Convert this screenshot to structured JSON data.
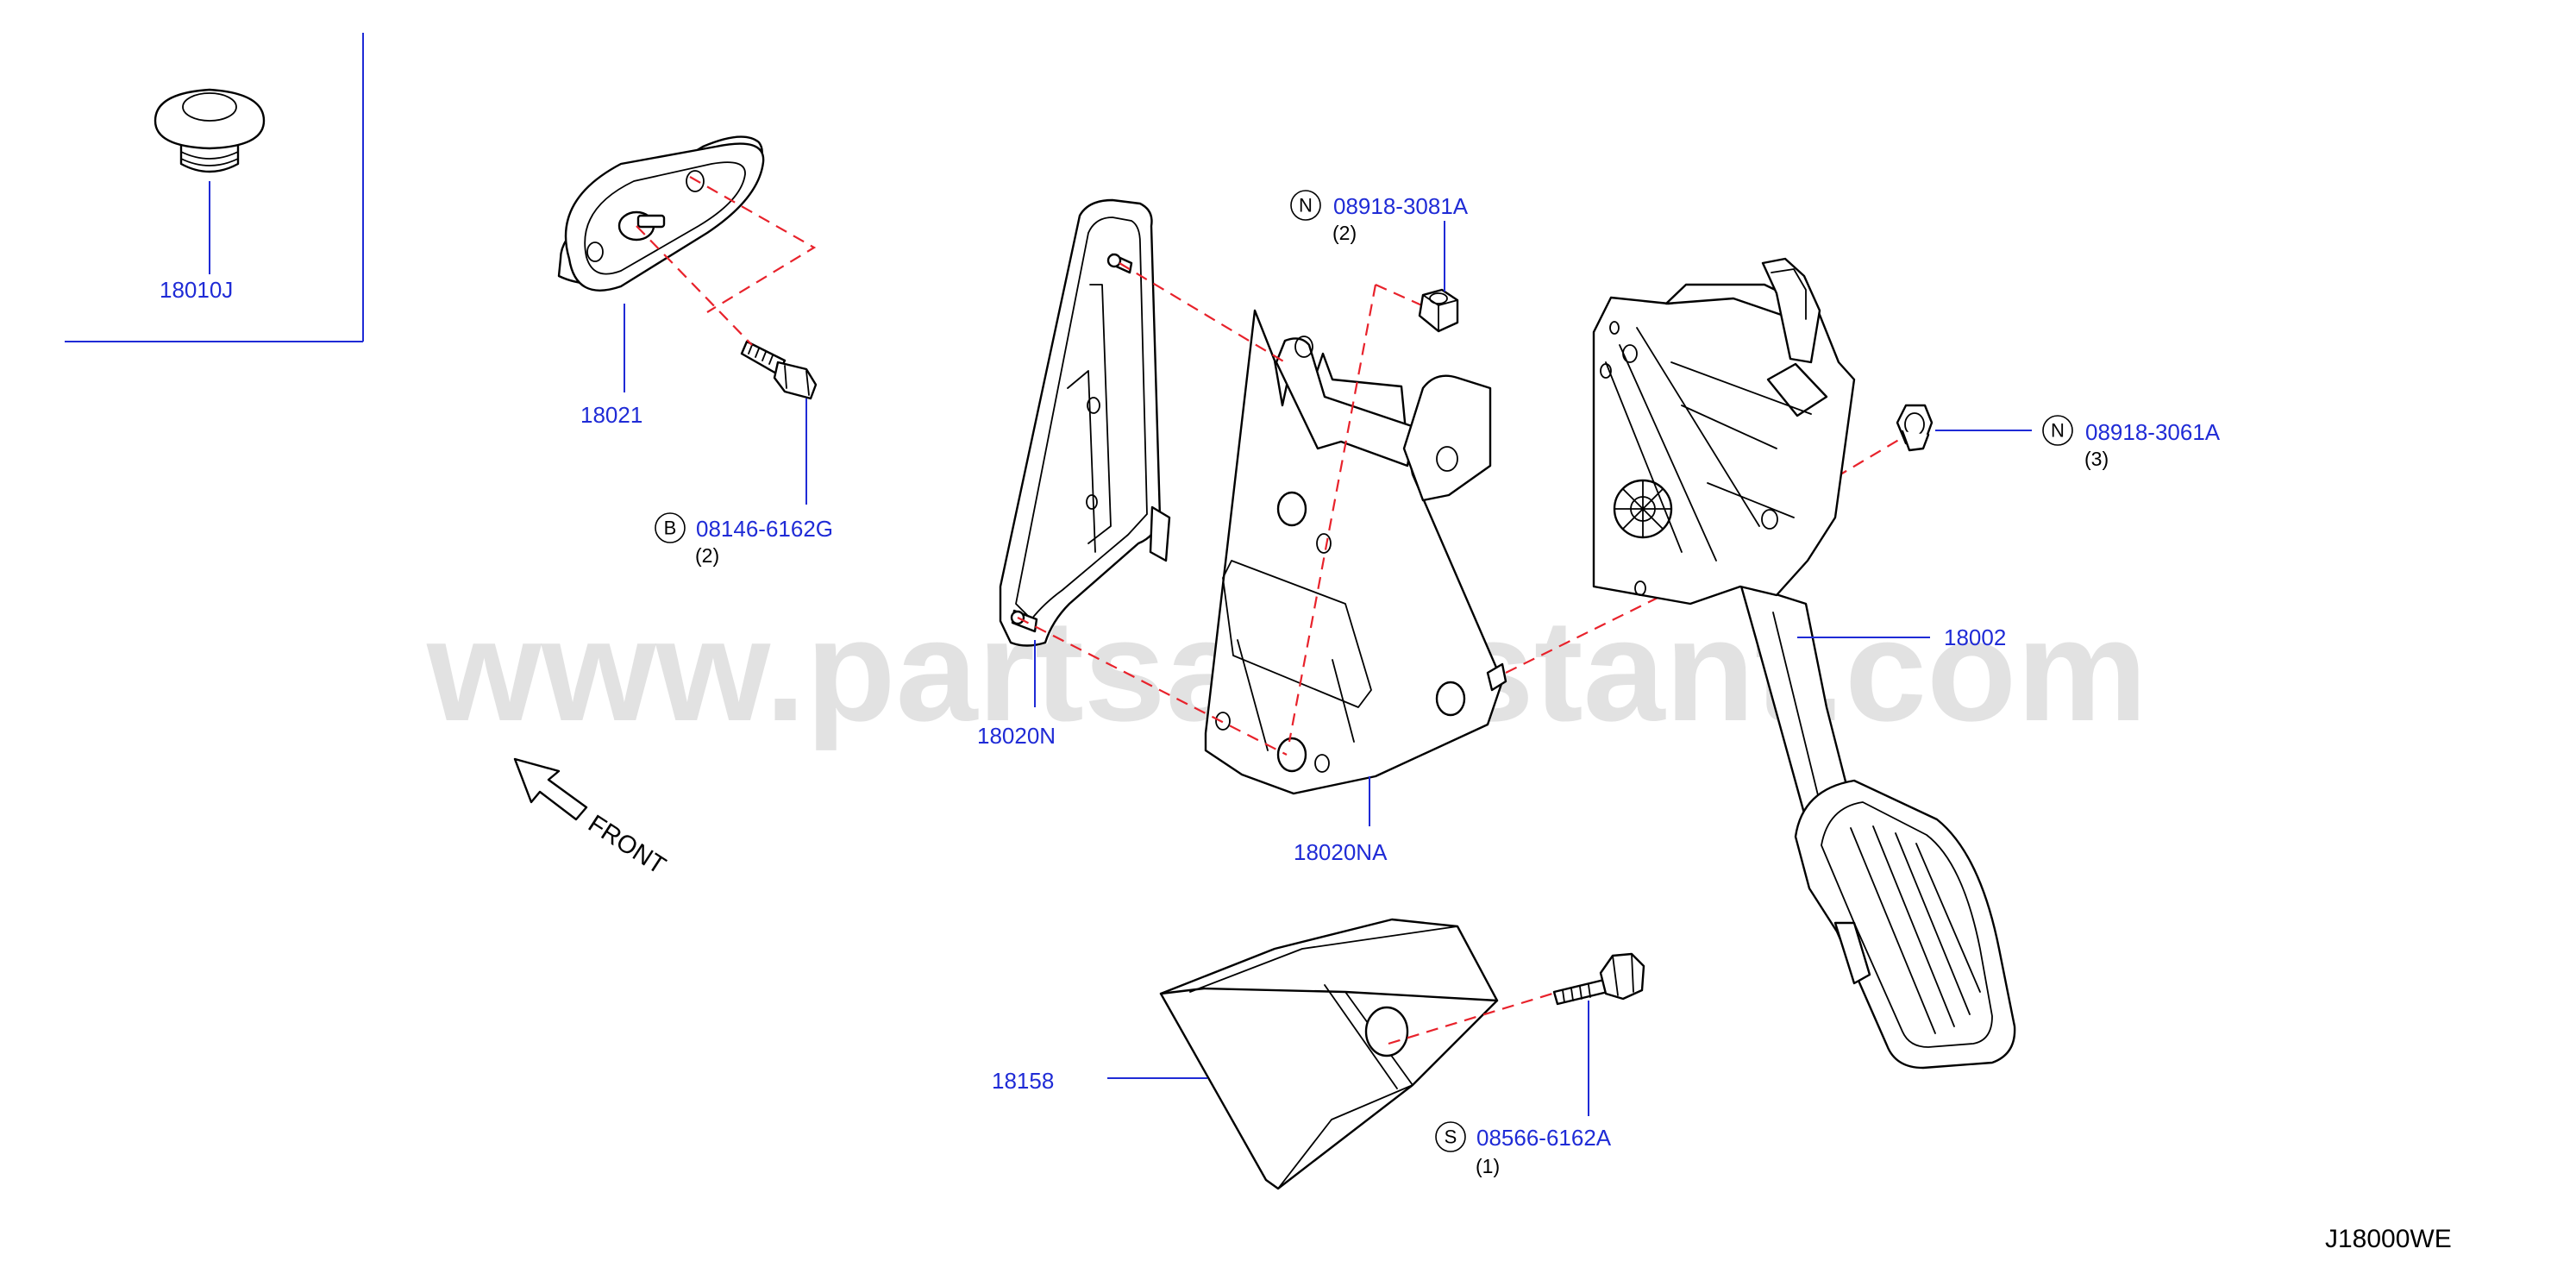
{
  "diagram": {
    "watermark": "www.partsassistant.com",
    "front_label": "FRONT",
    "reference_code": "J18000WE",
    "colors": {
      "part_number": "#1f2bd6",
      "hidden_line": "#e8222b",
      "outline": "#000000",
      "watermark": "#cfcfcf"
    },
    "parts": [
      {
        "id": "18010J",
        "number": "18010J"
      },
      {
        "id": "18021",
        "number": "18021"
      },
      {
        "id": "08146-6162G",
        "number": "08146-6162G",
        "symbol": "B",
        "qty": "(2)"
      },
      {
        "id": "08918-3081A",
        "number": "08918-3081A",
        "symbol": "N",
        "qty": "(2)"
      },
      {
        "id": "08918-3061A",
        "number": "08918-3061A",
        "symbol": "N",
        "qty": "(3)"
      },
      {
        "id": "18002",
        "number": "18002"
      },
      {
        "id": "18020N",
        "number": "18020N"
      },
      {
        "id": "18020NA",
        "number": "18020NA"
      },
      {
        "id": "18158",
        "number": "18158"
      },
      {
        "id": "08566-6162A",
        "number": "08566-6162A",
        "symbol": "S",
        "qty": "(1)"
      }
    ]
  }
}
